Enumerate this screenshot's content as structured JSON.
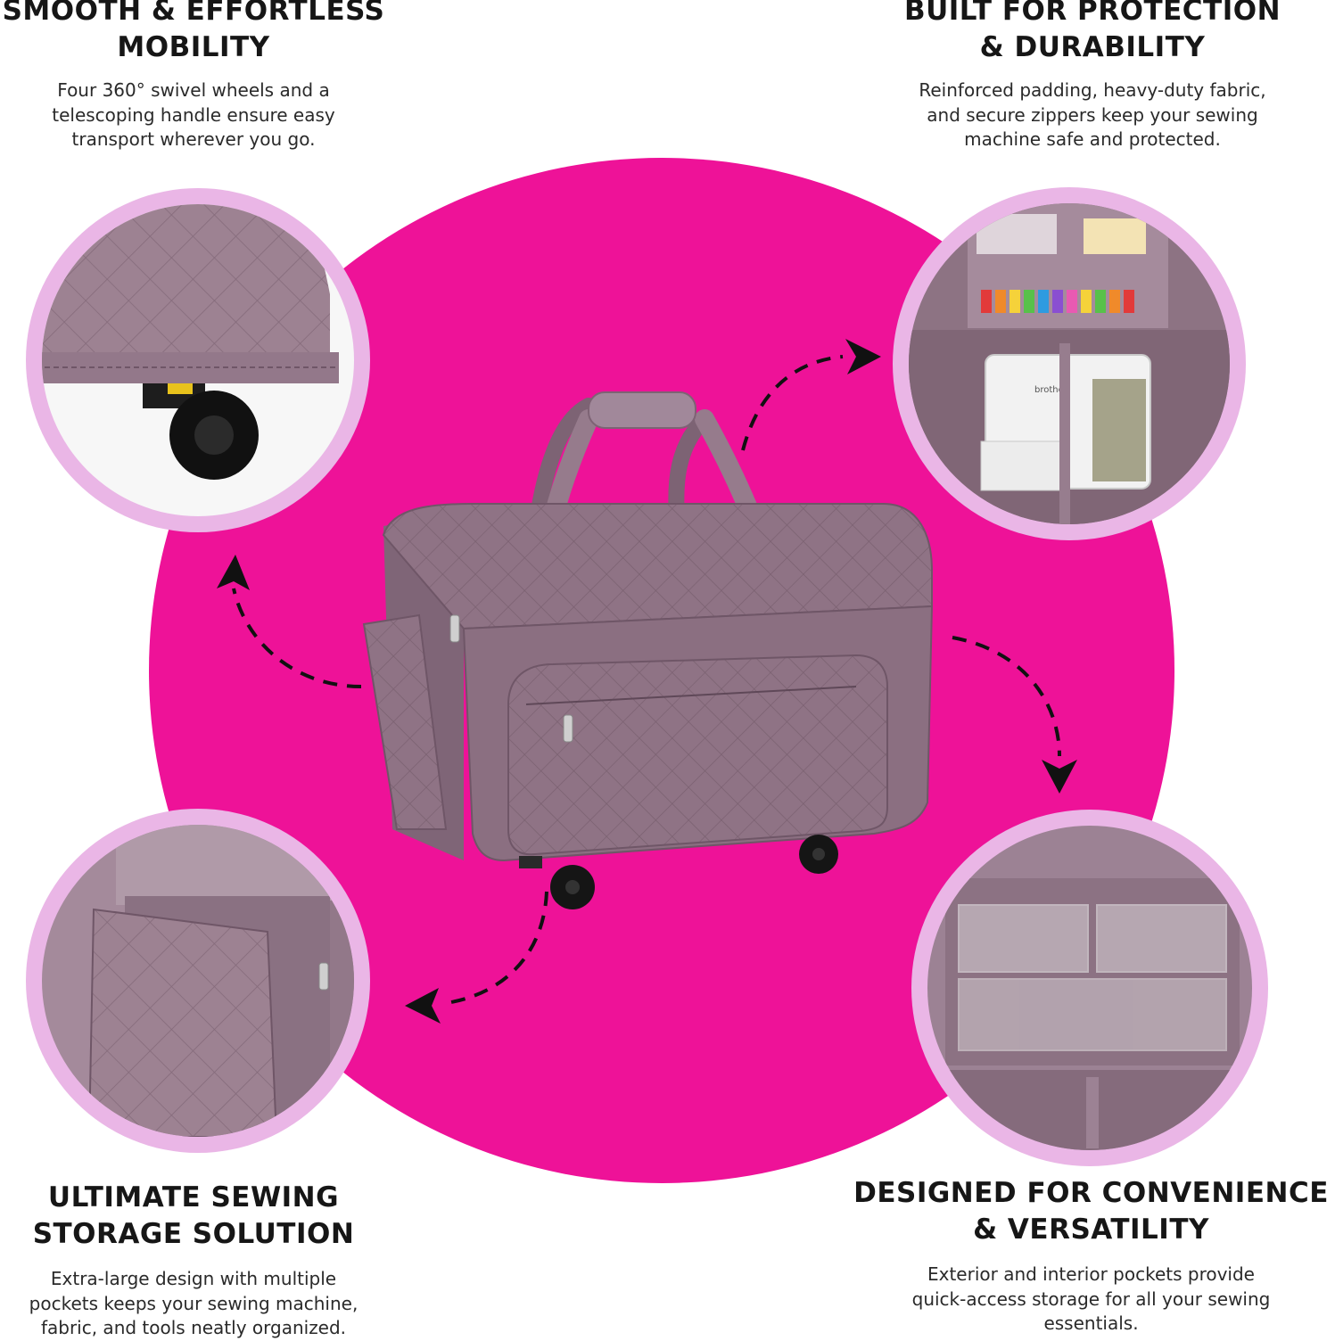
{
  "colors": {
    "background": "#ffffff",
    "accent_circle": "#ee1298",
    "inset_ring": "#eab6e6",
    "bag_fabric": "#8f7385",
    "arrow": "#111111"
  },
  "features": {
    "top_left": {
      "title_line1": "SMOOTH & EFFORTLESS",
      "title_line2": "MOBILITY",
      "desc_line1": "Four 360° swivel wheels and a",
      "desc_line2": "telescoping handle ensure easy",
      "desc_line3": "transport wherever you go."
    },
    "top_right": {
      "title_line1": "BUILT FOR PROTECTION",
      "title_line2": "& DURABILITY",
      "desc_line1": "Reinforced padding, heavy-duty fabric,",
      "desc_line2": "and secure zippers keep your sewing",
      "desc_line3": "machine safe and protected."
    },
    "bottom_left": {
      "title_line1": "ULTIMATE SEWING",
      "title_line2": "STORAGE SOLUTION",
      "desc_line1": "Extra-large design with multiple",
      "desc_line2": "pockets keeps your sewing machine,",
      "desc_line3": "fabric, and tools neatly organized."
    },
    "bottom_right": {
      "title_line1": "DESIGNED FOR CONVENIENCE",
      "title_line2": "& VERSATILITY",
      "desc_line1": "Exterior and interior pockets provide",
      "desc_line2": "quick-access storage for all your sewing",
      "desc_line3": "essentials."
    }
  },
  "insets": [
    "wheel-detail",
    "interior-sewing-machine",
    "side-pocket-detail",
    "clear-vinyl-pockets"
  ],
  "machine_brand": "brother"
}
